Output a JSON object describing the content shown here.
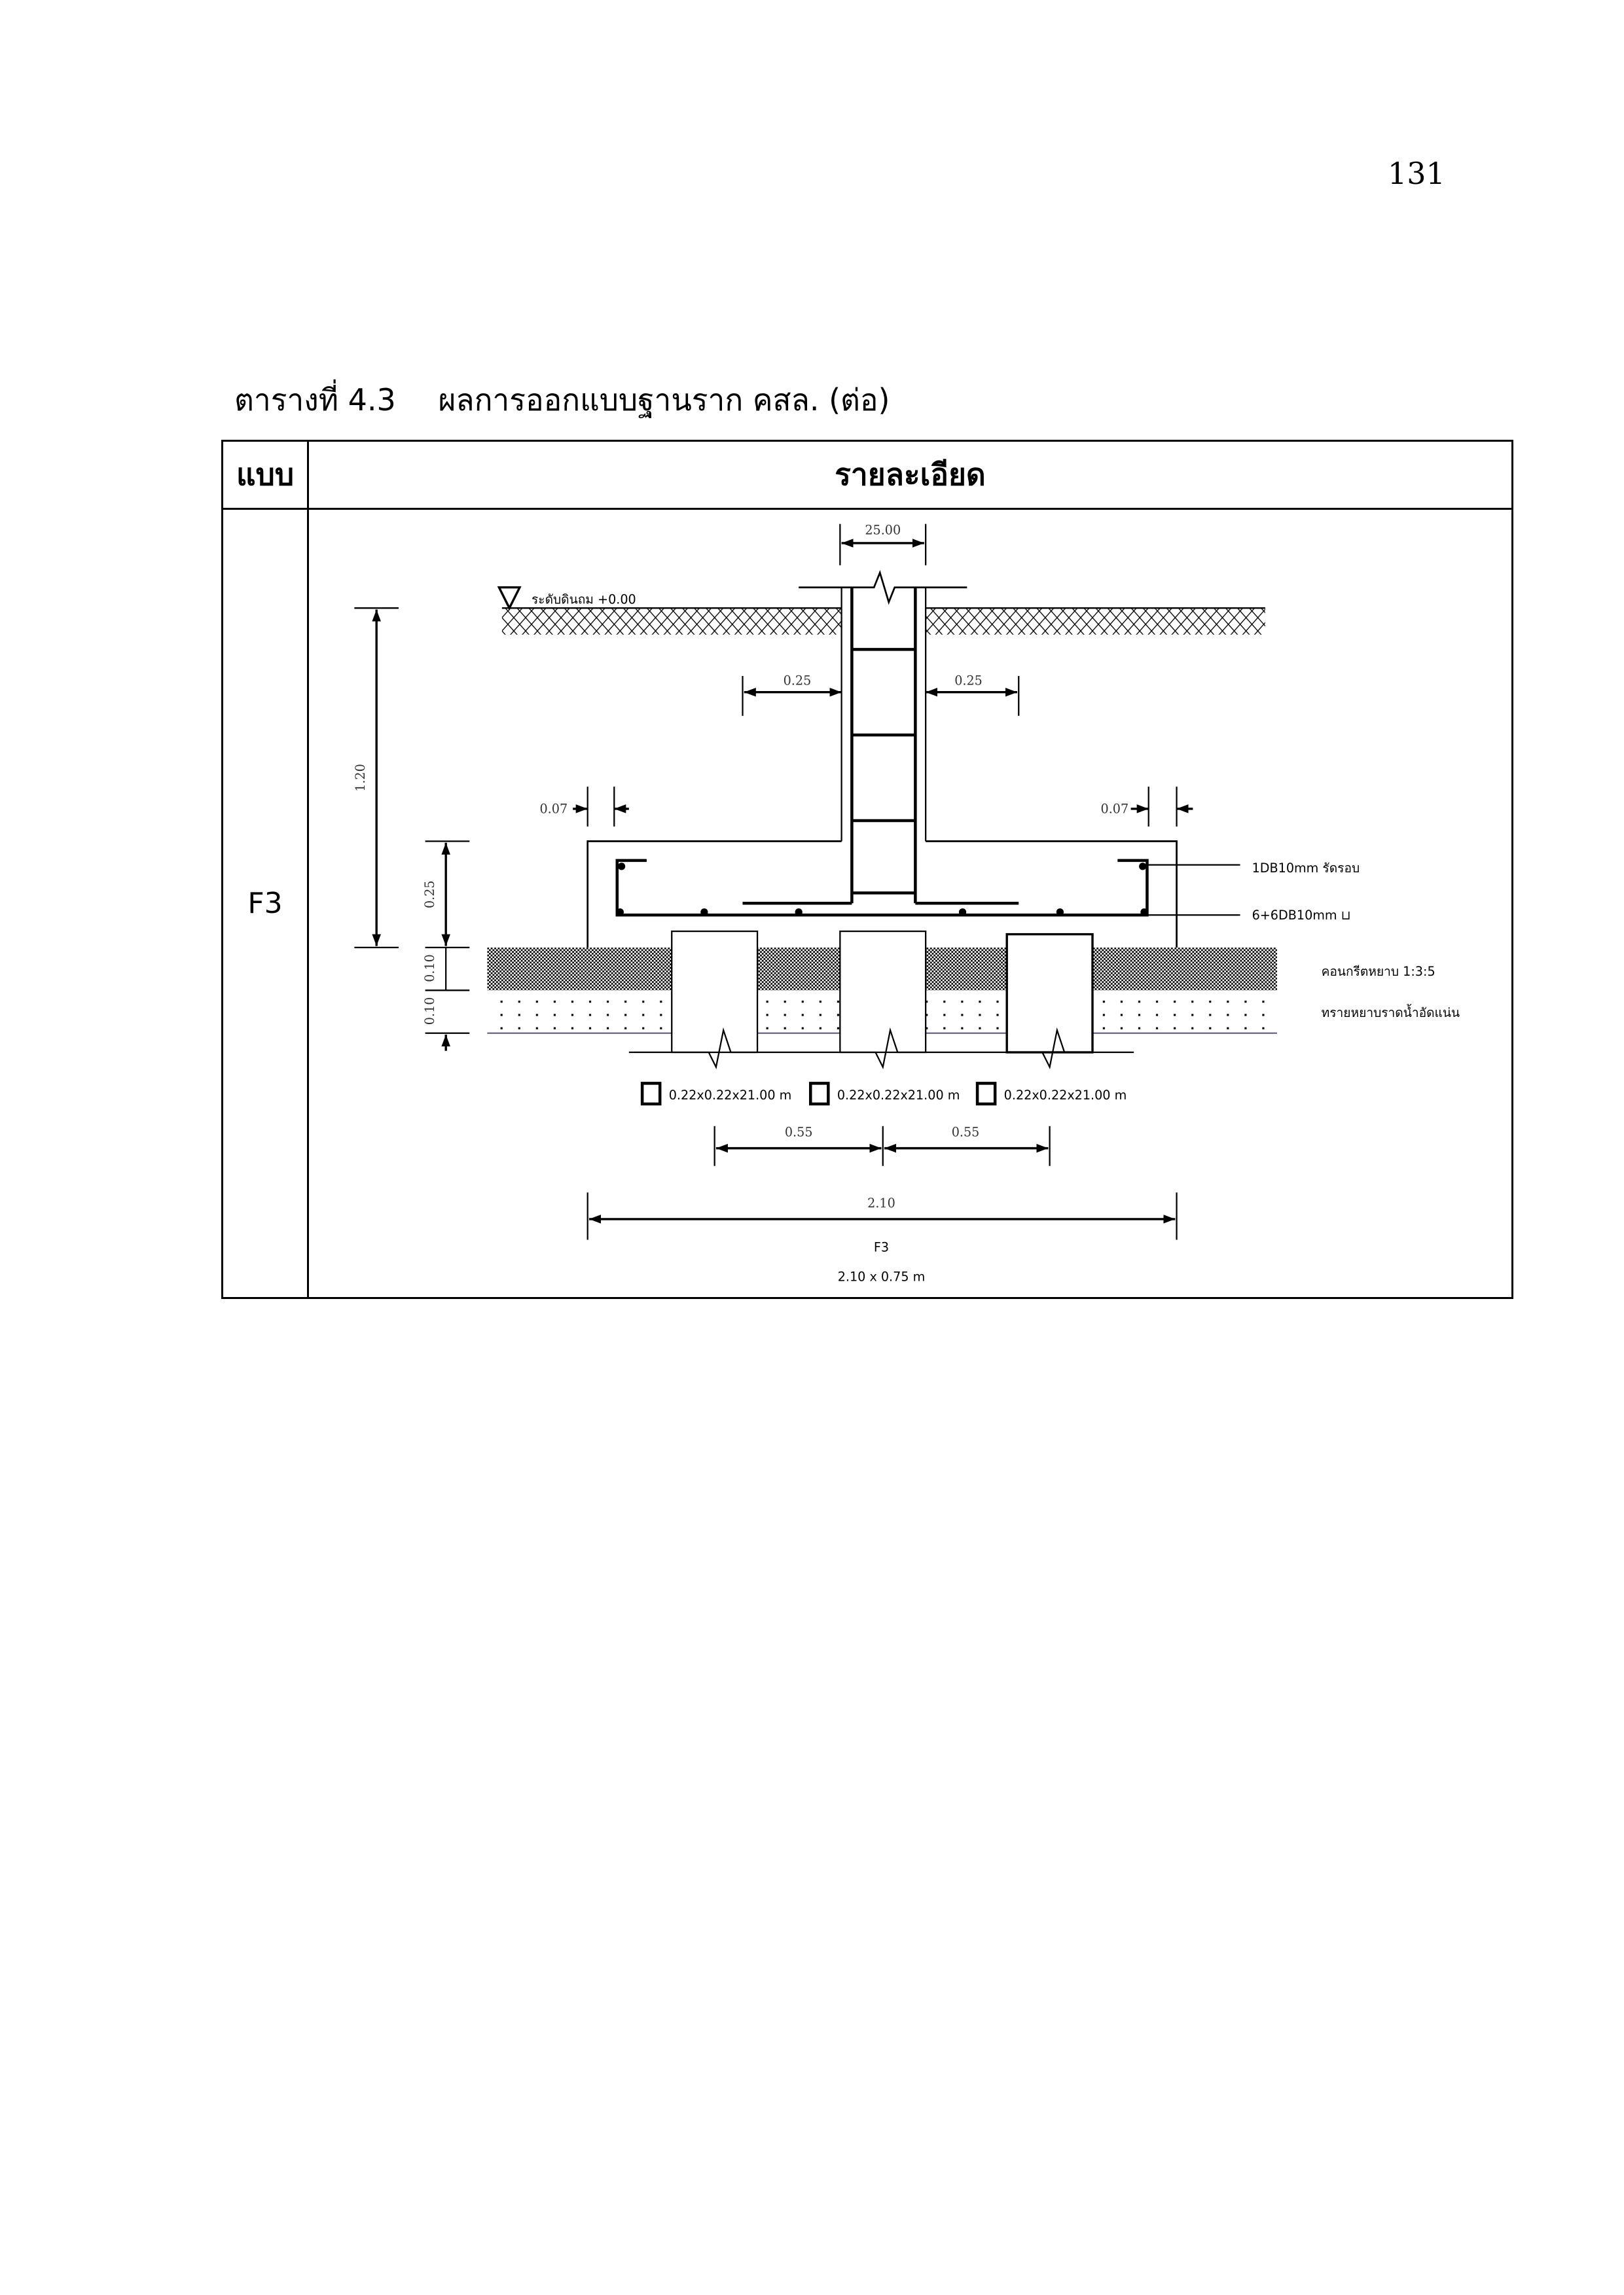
{
  "page_number": "131",
  "caption": {
    "number": "ตารางที่ 4.3",
    "title": "ผลการออกแบบฐานราก คสล. (ต่อ)"
  },
  "table": {
    "headers": [
      "แบบ",
      "รายละเอียด"
    ],
    "rows": [
      {
        "type": "F3"
      }
    ]
  },
  "drawing": {
    "column_width": "25.00",
    "ground_level": "ระดับดินถม +0.00",
    "offset_left": "0.25",
    "offset_right": "0.25",
    "cover_left": "0.07",
    "cover_right": "0.07",
    "depth": "1.20",
    "footing_thickness": "0.25",
    "lean_concrete_thickness": "0.10",
    "sand_thickness": "0.10",
    "rebar_top": "1DB10mm รัดรอบ",
    "rebar_bottom": "6+6DB10mm ⊔",
    "lean_concrete": "คอนกรีตหยาบ 1:3:5",
    "sand": "ทรายหยาบราดน้ำอัดแน่น",
    "piles": [
      "0.22x0.22x21.00 m",
      "0.22x0.22x21.00 m",
      "0.22x0.22x21.00 m"
    ],
    "pile_spacing": [
      "0.55",
      "0.55"
    ],
    "footing_width": "2.10",
    "footing_name": "F3",
    "footing_size": "2.10 x 0.75 m"
  }
}
